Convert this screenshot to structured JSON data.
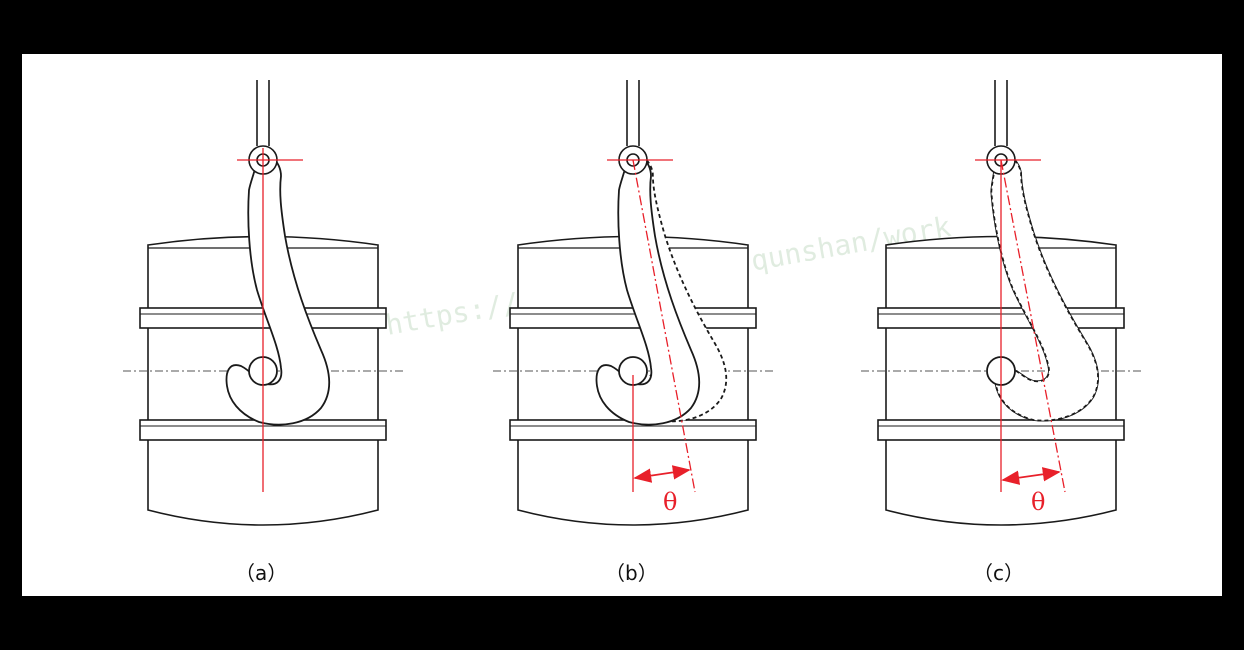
{
  "panels": [
    {
      "id": "a",
      "label": "（a）",
      "angle_symbol": ""
    },
    {
      "id": "b",
      "label": "（b）",
      "angle_symbol": "θ"
    },
    {
      "id": "c",
      "label": "（c）",
      "angle_symbol": "θ"
    }
  ],
  "watermark": {
    "text": "群马视觉工作室 https://mbd.pan.art/o/qunshan/work"
  },
  "colors": {
    "background": "#000000",
    "panel": "#ffffff",
    "outline": "#1a1a1a",
    "dashed_outline": "#333333",
    "centerline": "#e8202a",
    "axis": "#555555"
  }
}
